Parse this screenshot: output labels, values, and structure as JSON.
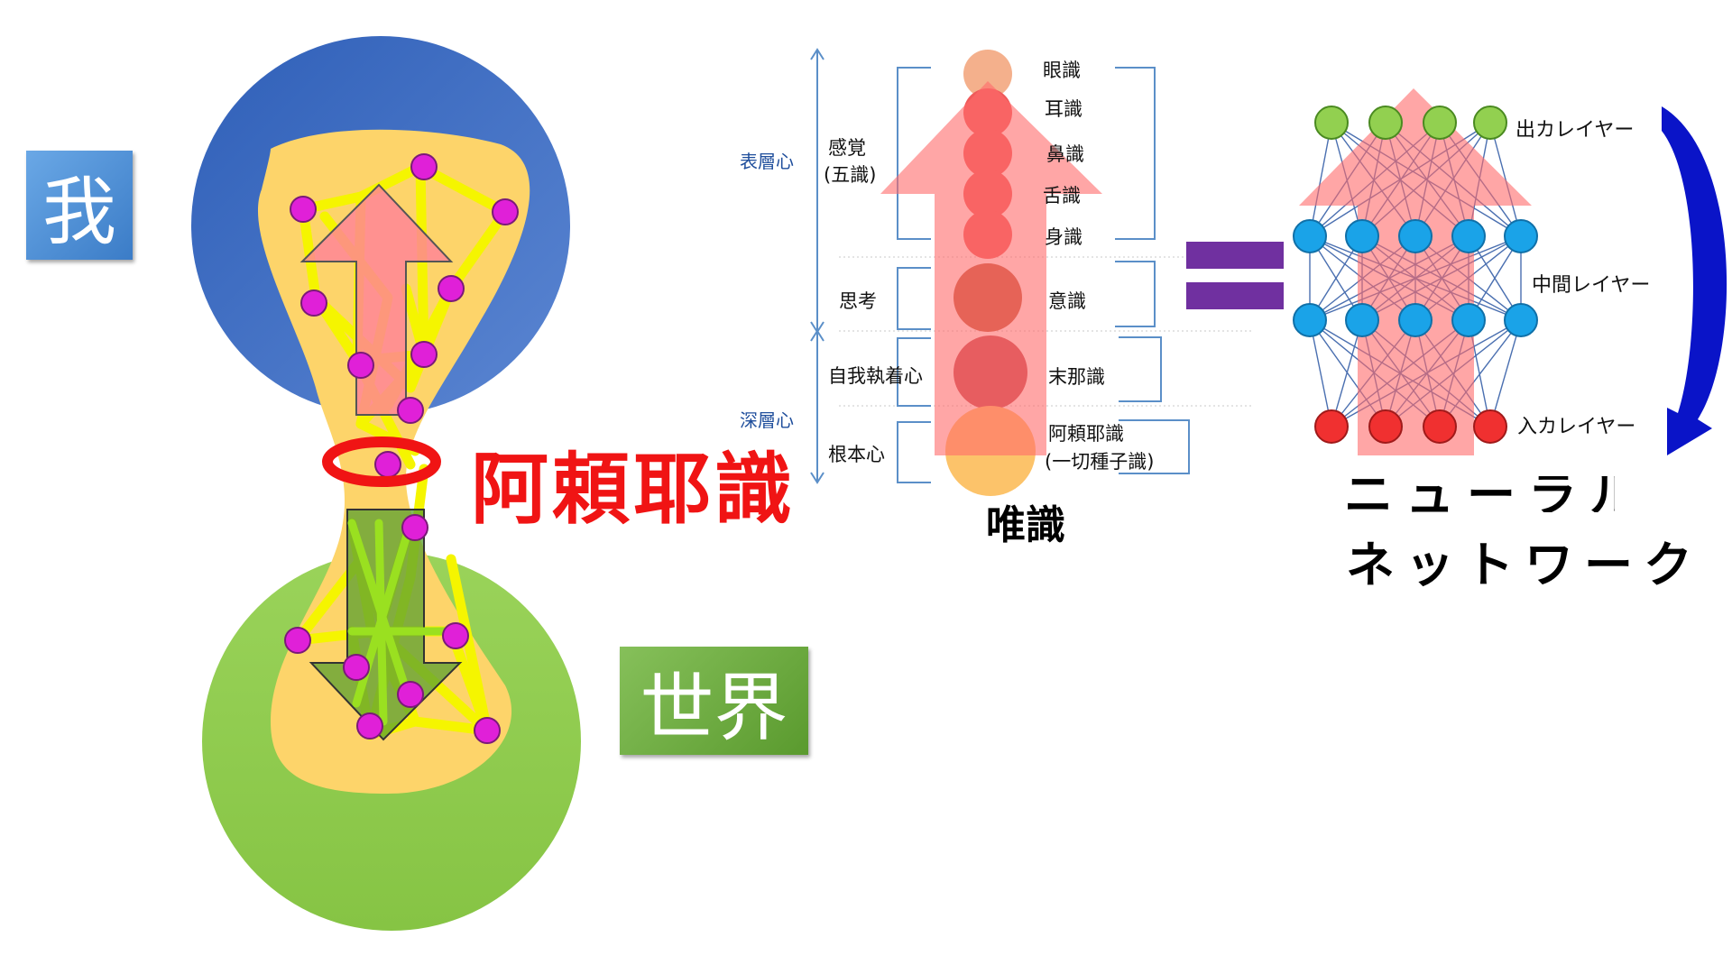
{
  "left_diagram": {
    "self_label": "我",
    "world_label": "世界",
    "alaya_label": "阿頼耶識"
  },
  "yuishiki": {
    "title": "唯識",
    "outer_left": {
      "surface": "表層心",
      "deep": "深層心"
    },
    "groups_left": {
      "senses_line1": "感覚",
      "senses_line2": "(五識)",
      "thinking": "思考",
      "ego": "自我執着心",
      "root": "根本心"
    },
    "consciousness": {
      "eye": "眼識",
      "ear": "耳識",
      "nose": "鼻識",
      "tongue": "舌識",
      "body": "身識",
      "mind": "意識",
      "manas": "末那識",
      "alaya": "阿頼耶識",
      "alaya_sub": "(一切種子識)"
    }
  },
  "neural_net": {
    "title_line1": "ニューラル",
    "title_line2": "ネットワーク",
    "output_layer": "出カレイヤー",
    "middle_layer": "中間レイヤー",
    "input_layer": "入カレイヤー"
  },
  "colors": {
    "self_circle": "#3d6cc4",
    "world_circle": "#92d050",
    "blob": "#fdd46a",
    "alaya_red": "#f01414",
    "network_node_output": "#92d050",
    "network_node_middle": "#1aa3e8",
    "network_node_input": "#f03030",
    "equals_bar": "#7030a0",
    "feedback_arrow": "#0a14c8"
  }
}
